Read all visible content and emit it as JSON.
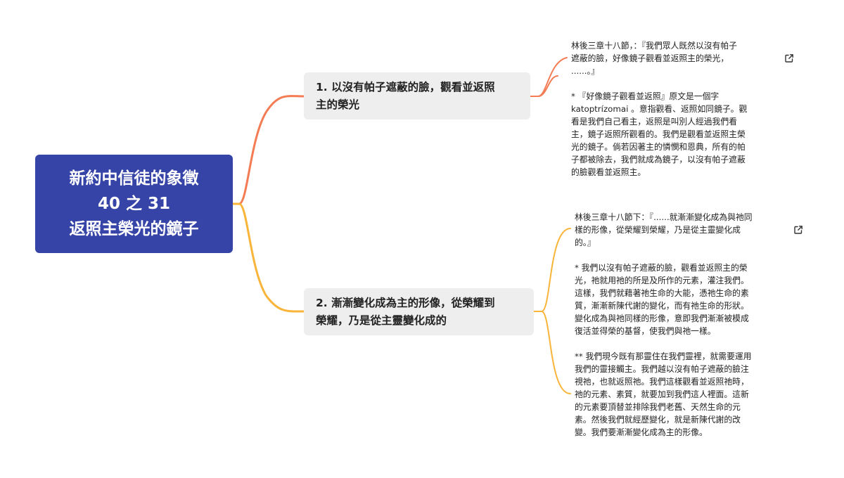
{
  "root": {
    "lines": [
      "新約中信徒的象徵",
      "40 之 31",
      "返照主榮光的鏡子"
    ]
  },
  "branches": [
    {
      "lines": [
        "1. 以沒有帕子遮蔽的臉，觀看並返照",
        "主的榮光"
      ],
      "color": "#f47c54",
      "note_paragraphs": [
        [
          "林後三章十八節，：『我們眾人既然以沒有帕子",
          "遮蔽的臉，好像鏡子觀看並返照主的榮光，",
          "......。』"
        ],
        [
          "* 『好像鏡子觀看並返照』原文是一個字",
          "katoptrízomai 。意指觀看、返照如同鏡子。觀",
          "看是我們自己看主，返照是叫別人經過我們看",
          "主，鏡子返照所觀看的。我們是觀看並返照主榮",
          "光的鏡子。倘若因著主的憐憫和恩典，所有的帕",
          "子都被除去，我們就成為鏡子，以沒有帕子遮蔽",
          "的臉觀看並返照主。"
        ]
      ]
    },
    {
      "lines": [
        "2. 漸漸變化成為主的形像，從榮耀到",
        "榮耀，乃是從主靈變化成的"
      ],
      "color": "#f9b43a",
      "note_paragraphs": [
        [
          "林後三章十八節下：『......就漸漸變化成為與祂同",
          "樣的形像，從榮耀到榮耀，乃是從主靈變化成",
          "的。』"
        ],
        [
          "* 我們以沒有帕子遮蔽的臉，觀看並返照主的榮",
          "光，祂就用祂的所是及所作的元素，灌注我們。",
          "這樣，我們就藉著祂生命的大能，憑祂生命的素",
          "質，漸漸新陳代謝的變化，而有祂生命的形狀。",
          "變化成為與祂同樣的形像，意即我們漸漸被模成",
          "復活並得榮的基督，使我們與祂一樣。"
        ],
        [
          "** 我們現今既有那靈住在我們靈裡，就需要運用",
          "我們的靈接觸主。我們越以沒有帕子遮蔽的臉注",
          "視祂，也就返照祂。我們這樣觀看並返照祂時，",
          "祂的元素、素質，就要加到我們這人裡面。這新",
          "的元素要頂替並排除我們老舊、天然生命的元",
          "素。然後我們就經歷變化，就是新陳代謝的改",
          "變。我們要漸漸變化成為主的形像。"
        ]
      ]
    }
  ],
  "icons": {
    "note_link": "external-link-icon"
  }
}
